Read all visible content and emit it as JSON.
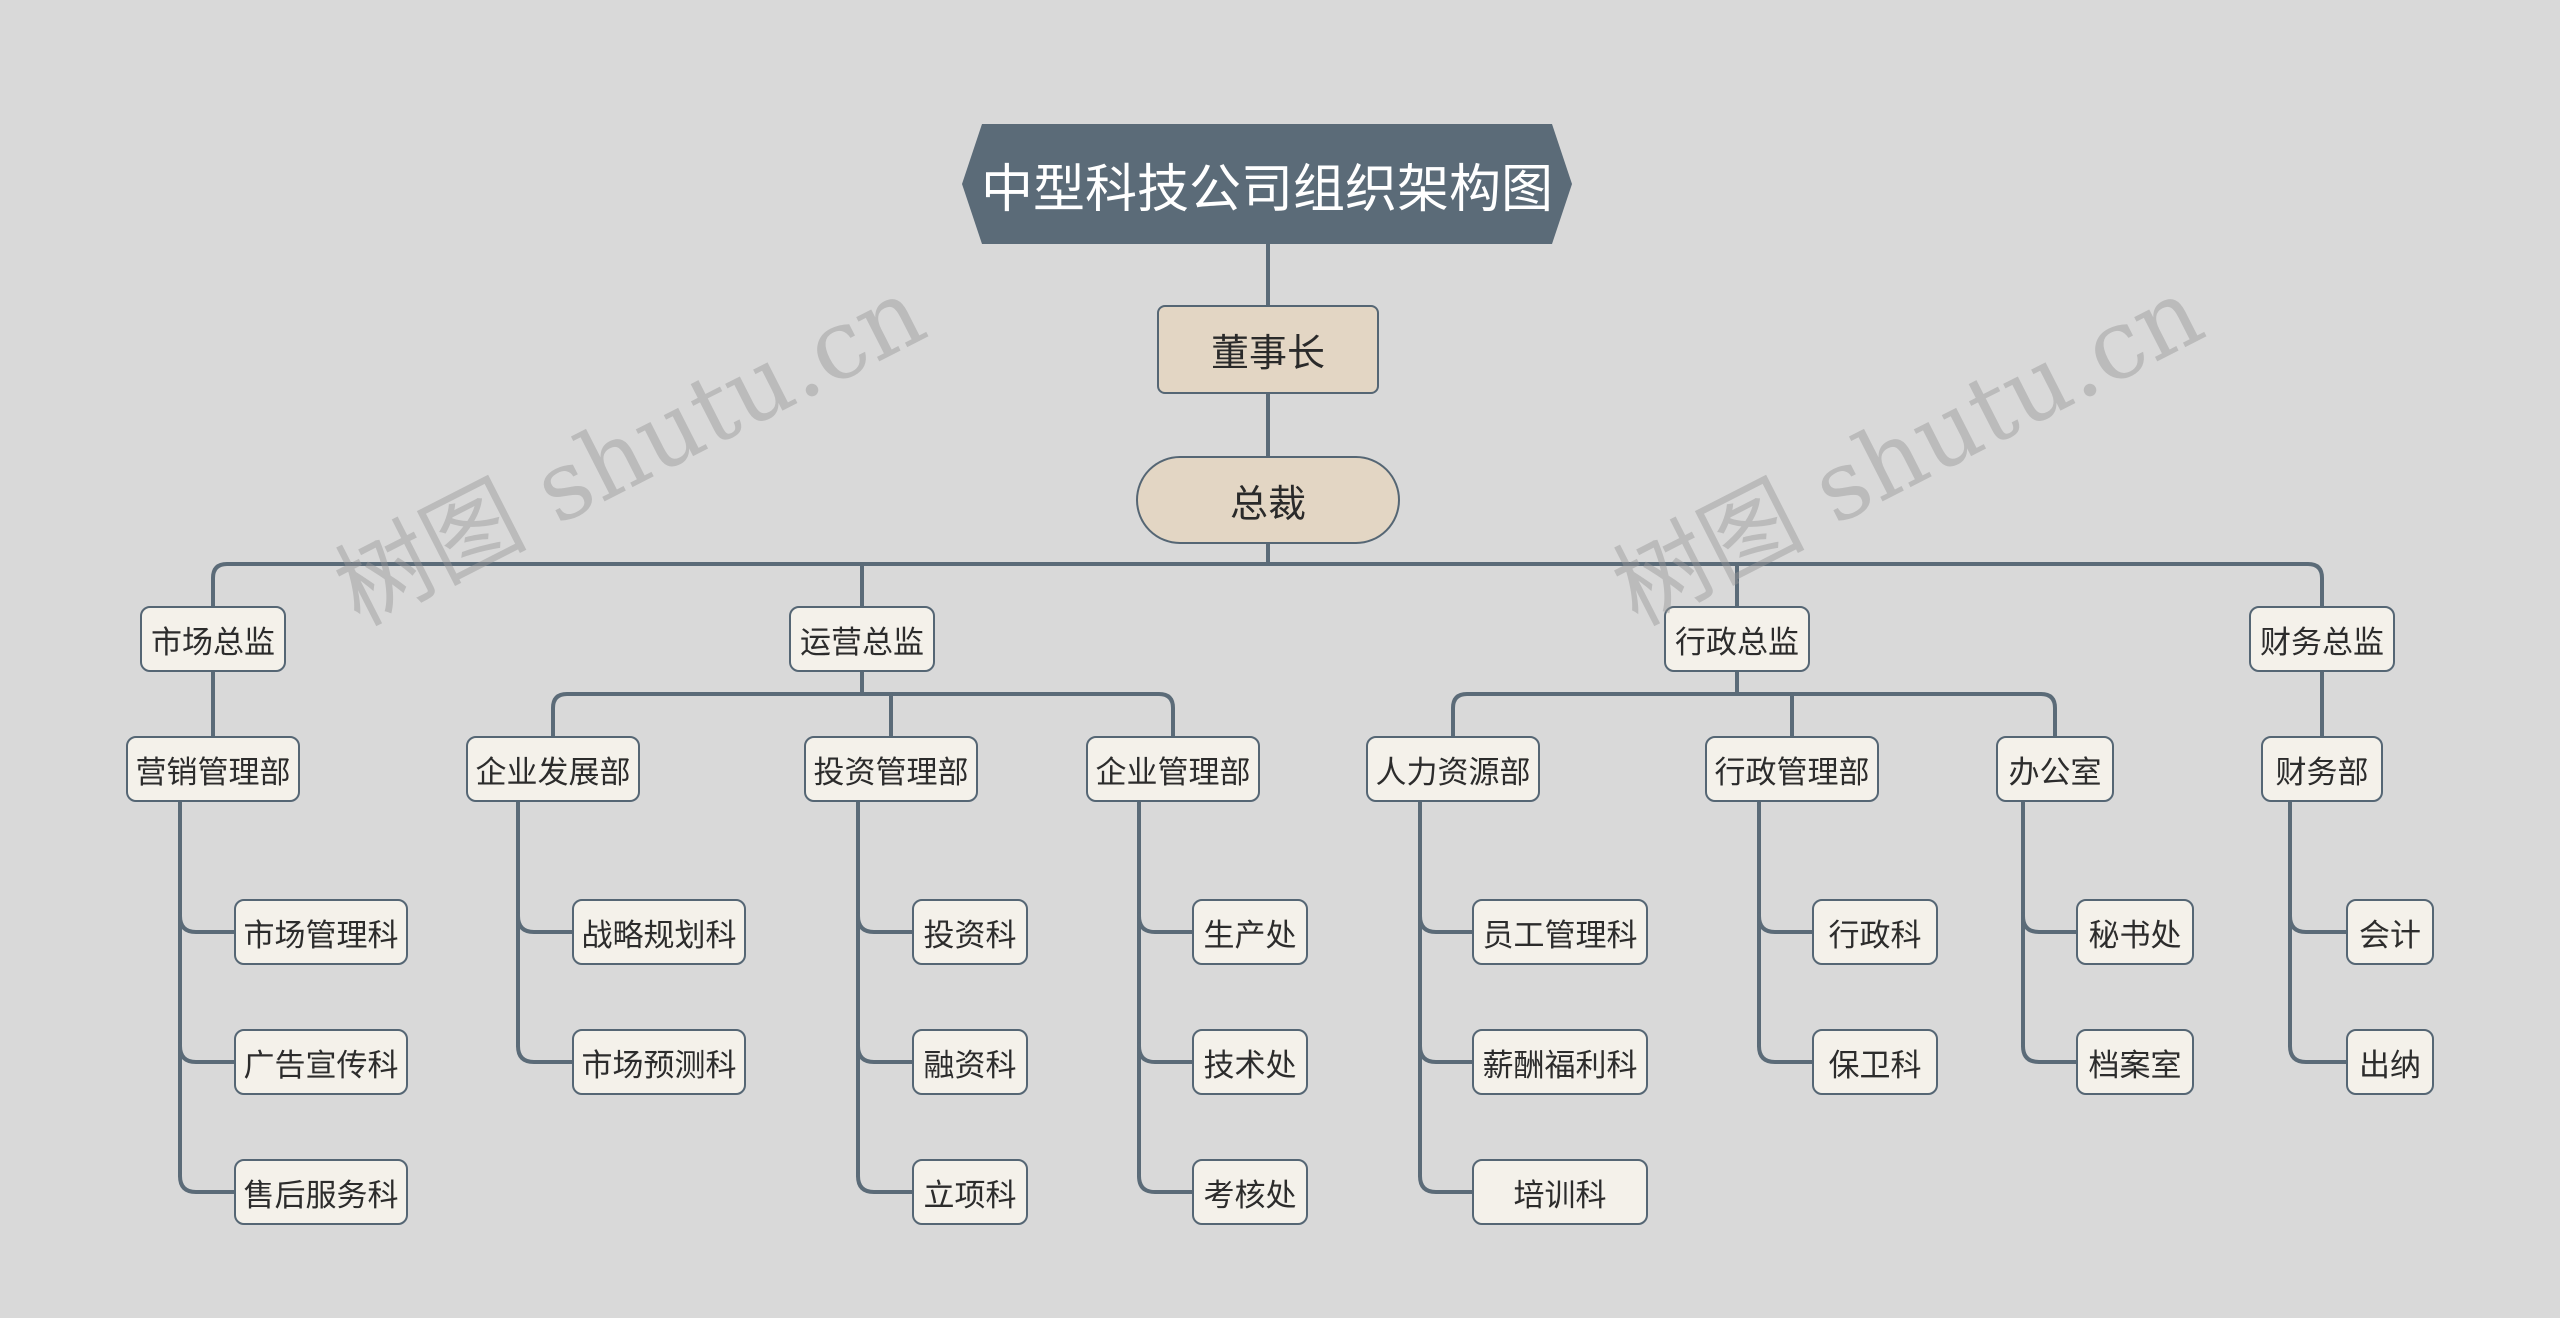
{
  "title": "中型科技公司组织架构图",
  "chairman": "董事长",
  "president": "总裁",
  "watermarks": [
    "树图 shutu.cn",
    "树图 shutu.cn"
  ],
  "colors": {
    "background": "#d9d9d9",
    "title_fill": "#5b6b78",
    "executive_fill": "#e3d6c4",
    "node_fill": "#f4f1ea",
    "line": "#5b6b78"
  },
  "directors": [
    {
      "label": "市场总监",
      "departments": [
        {
          "label": "营销管理部",
          "sections": [
            "市场管理科",
            "广告宣传科",
            "售后服务科"
          ]
        }
      ]
    },
    {
      "label": "运营总监",
      "departments": [
        {
          "label": "企业发展部",
          "sections": [
            "战略规划科",
            "市场预测科"
          ]
        },
        {
          "label": "投资管理部",
          "sections": [
            "投资科",
            "融资科",
            "立项科"
          ]
        },
        {
          "label": "企业管理部",
          "sections": [
            "生产处",
            "技术处",
            "考核处"
          ]
        }
      ]
    },
    {
      "label": "行政总监",
      "departments": [
        {
          "label": "人力资源部",
          "sections": [
            "员工管理科",
            "薪酬福利科",
            "培训科"
          ]
        },
        {
          "label": "行政管理部",
          "sections": [
            "行政科",
            "保卫科"
          ]
        },
        {
          "label": "办公室",
          "sections": [
            "秘书处",
            "档案室"
          ]
        }
      ]
    },
    {
      "label": "财务总监",
      "departments": [
        {
          "label": "财务部",
          "sections": [
            "会计",
            "出纳"
          ]
        }
      ]
    }
  ]
}
